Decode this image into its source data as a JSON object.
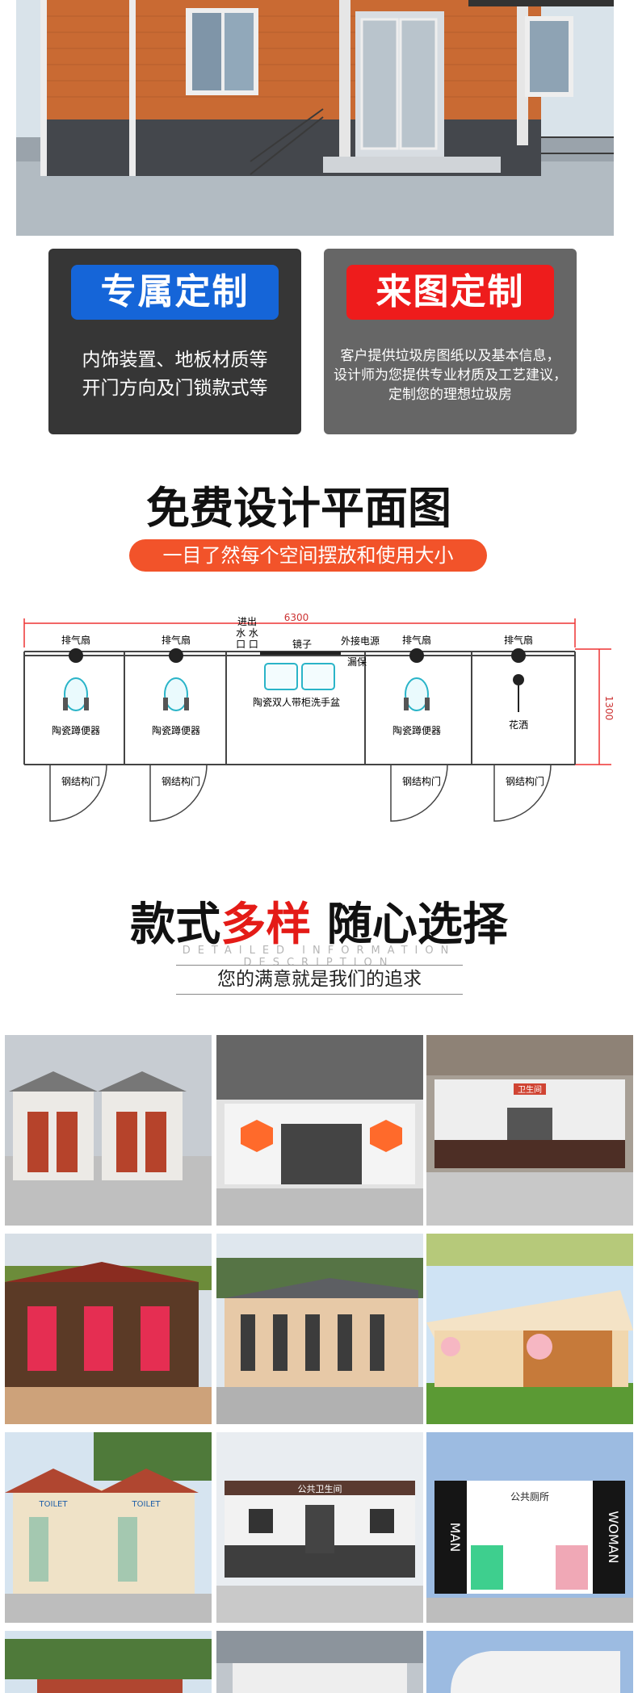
{
  "cards": {
    "left": {
      "title": "专属定制",
      "line1": "内饰装置、地板材质等",
      "line2": "开门方向及门锁款式等"
    },
    "right": {
      "title": "来图定制",
      "line1": "客户提供垃圾房图纸以及基本信息，",
      "line2": "设计师为您提供专业材质及工艺建议，",
      "line3": "定制您的理想垃圾房"
    }
  },
  "design": {
    "title": "免费设计平面图",
    "subtitle": "一目了然每个空间摆放和使用大小"
  },
  "plan": {
    "width_label": "6300",
    "height_label": "1300",
    "fan_label": "排气扇",
    "water_label_1": "进出",
    "water_label_2": "水 水",
    "water_label_3": "口 口",
    "mirror_label": "镜子",
    "power_label": "外接电源",
    "leak_label": "漏保",
    "basin_label": "陶瓷双人带柜洗手盆",
    "squat_label": "陶瓷蹲便器",
    "shower_label": "花洒",
    "door_label": "钢结构门"
  },
  "styles": {
    "title_black_1": "款式",
    "title_red": "多样",
    "title_black_2": " 随心选择",
    "english": "DETAILED INFORMATION DESCRIPTION",
    "slogan": "您的满意就是我们的追求"
  },
  "gallery": {
    "sign_toilet": "TOILET",
    "sign_public_1": "公共卫生间",
    "sign_public_2": "公共厕所",
    "sign_man": "MAN",
    "sign_woman": "WOMAN",
    "sign_weisheng": "卫生间"
  },
  "colors": {
    "blue": "#1565d8",
    "red": "#ee1c1c",
    "orange": "#f2532a",
    "title_red": "#e41b17"
  }
}
